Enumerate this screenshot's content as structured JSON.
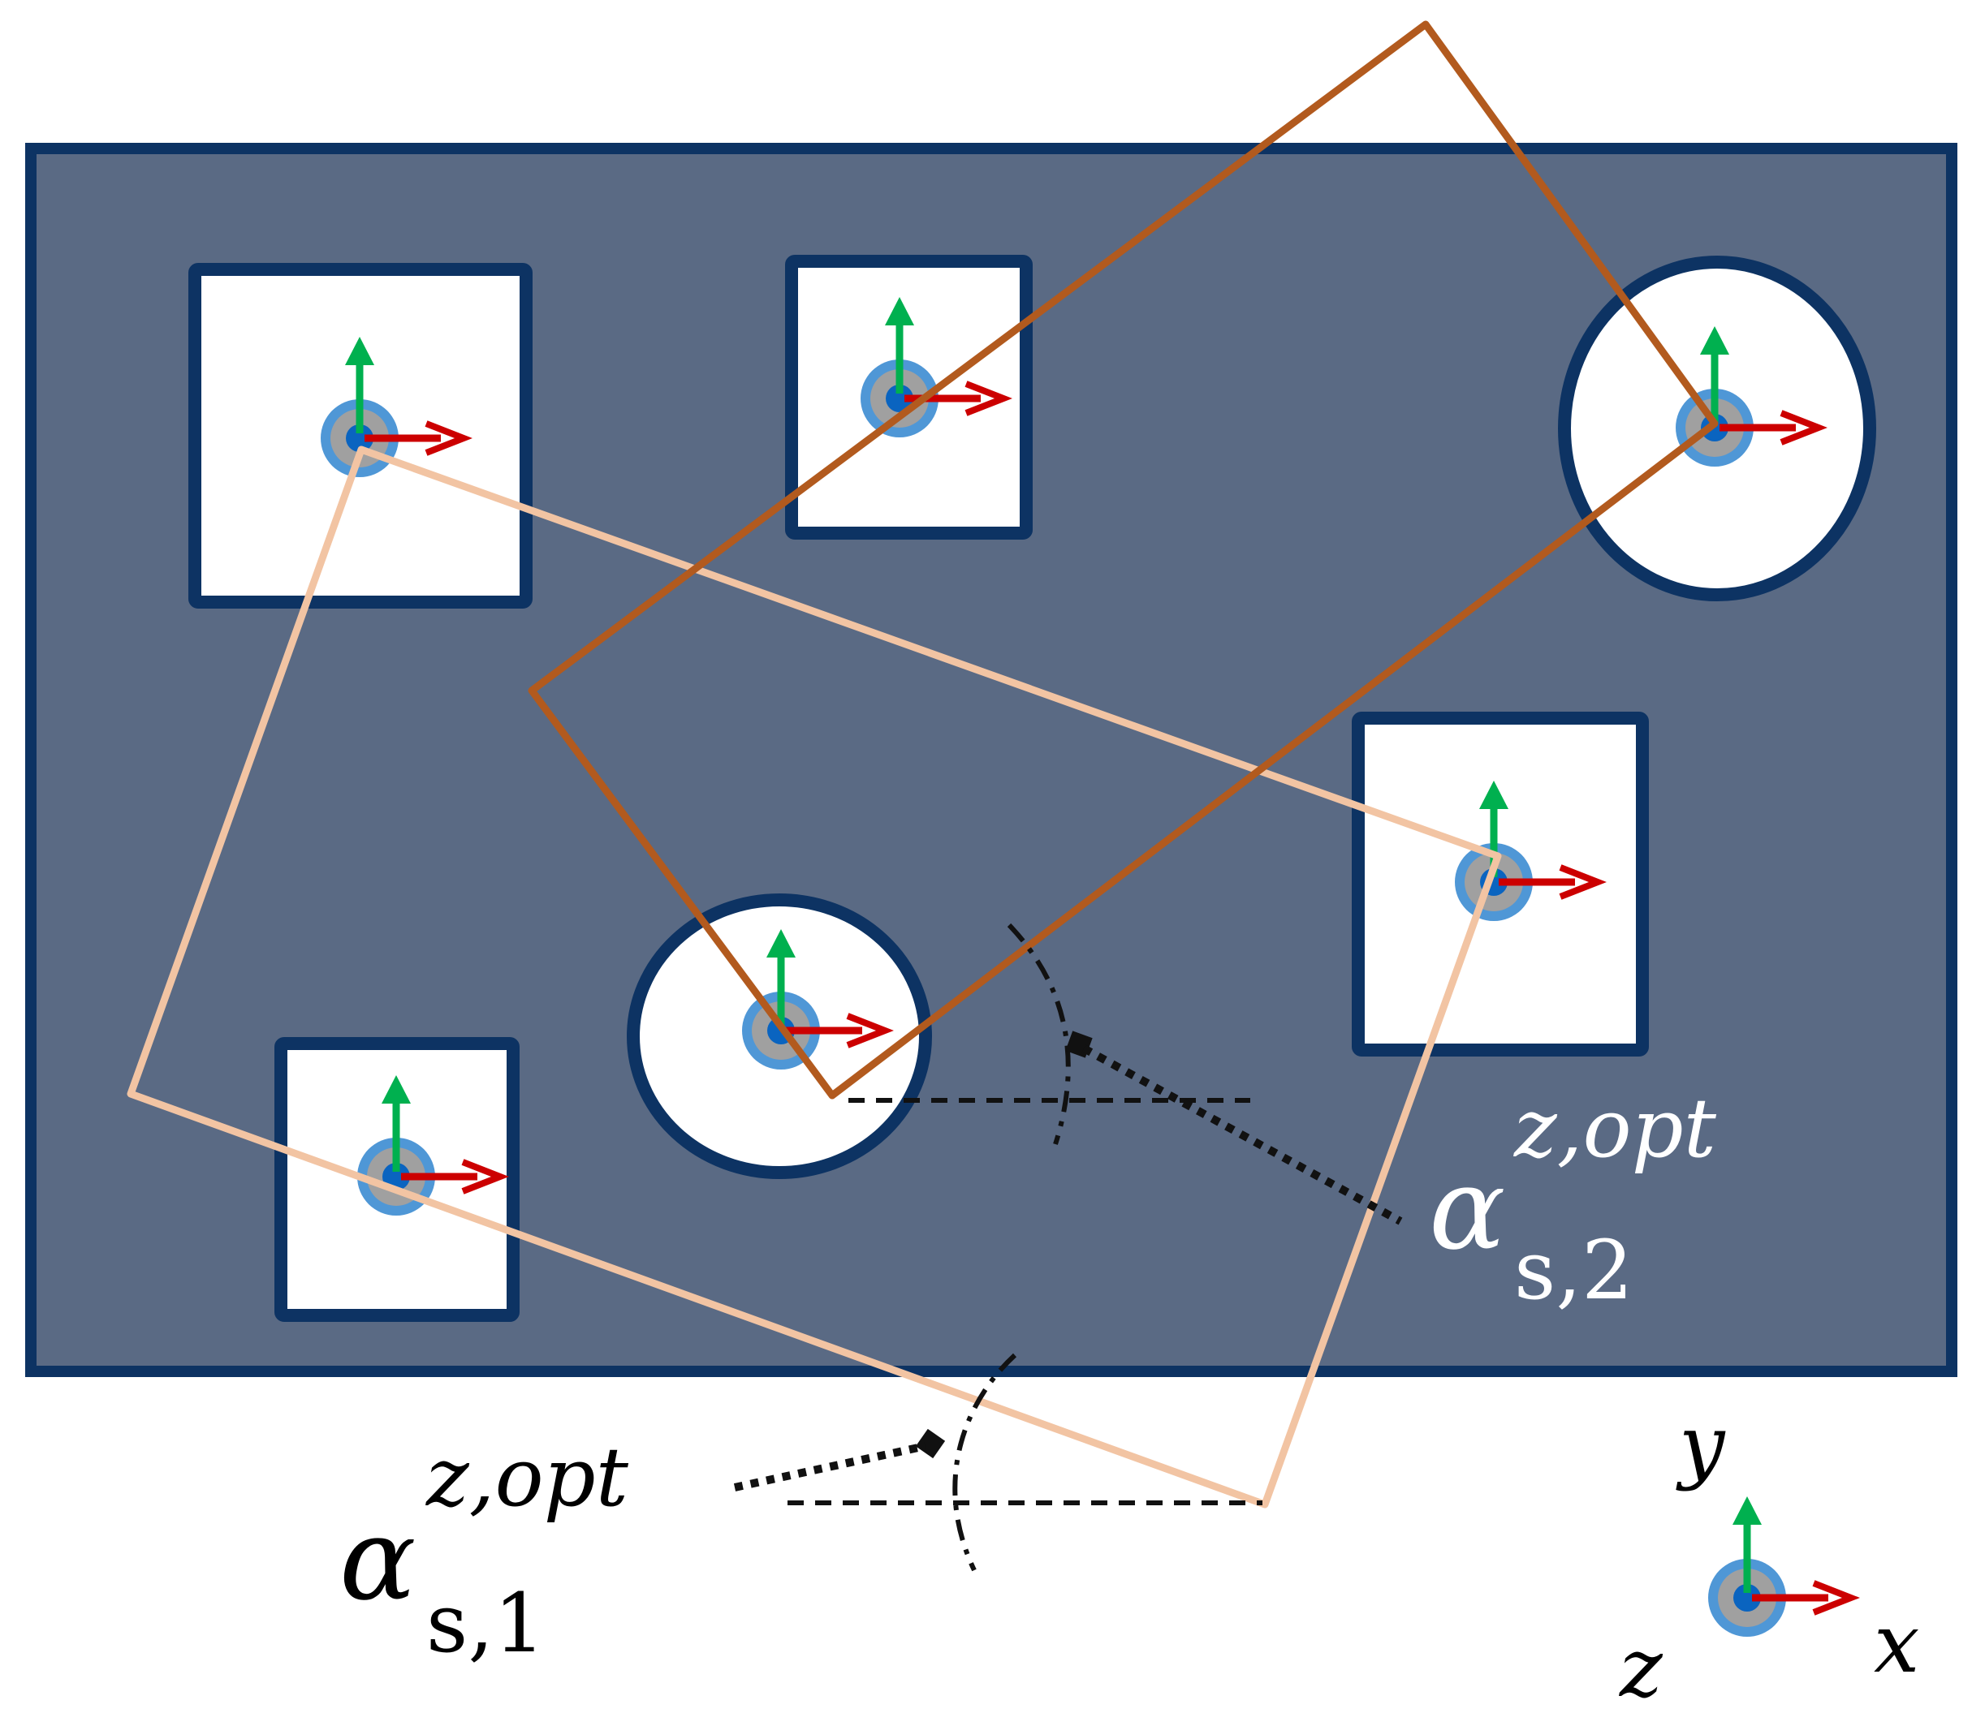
{
  "figure": {
    "colors": {
      "plate": "#5a6a84",
      "plate_border": "#0d3363",
      "hole": "#ffffff",
      "frame_light": "#f2c4a3",
      "frame_dark": "#b25a1e",
      "axis_y": "#00b04f",
      "axis_x": "#cc0000",
      "marker_ring": "#4f97d6",
      "marker_fill": "#a0a0a0",
      "marker_center": "#0a64c0",
      "annotation": "#111111",
      "label_white": "#ffffff",
      "label_black": "#000000"
    },
    "holes": [
      {
        "shape": "rect",
        "name": "hole-rect-top-left"
      },
      {
        "shape": "rect",
        "name": "hole-rect-top-middle"
      },
      {
        "shape": "circle",
        "name": "hole-circle-top-right"
      },
      {
        "shape": "circle",
        "name": "hole-circle-bottom-middle"
      },
      {
        "shape": "rect",
        "name": "hole-rect-right"
      },
      {
        "shape": "rect",
        "name": "hole-rect-bottom-left"
      }
    ],
    "labels": {
      "alpha2_symbol": "α",
      "alpha2_superscript": "z,opt",
      "alpha2_subscript": "s,2",
      "alpha1_symbol": "α",
      "alpha1_superscript": "z,opt",
      "alpha1_subscript": "s,1",
      "axis_y_label": "y",
      "axis_x_label": "x",
      "axis_z_label": "z"
    }
  }
}
